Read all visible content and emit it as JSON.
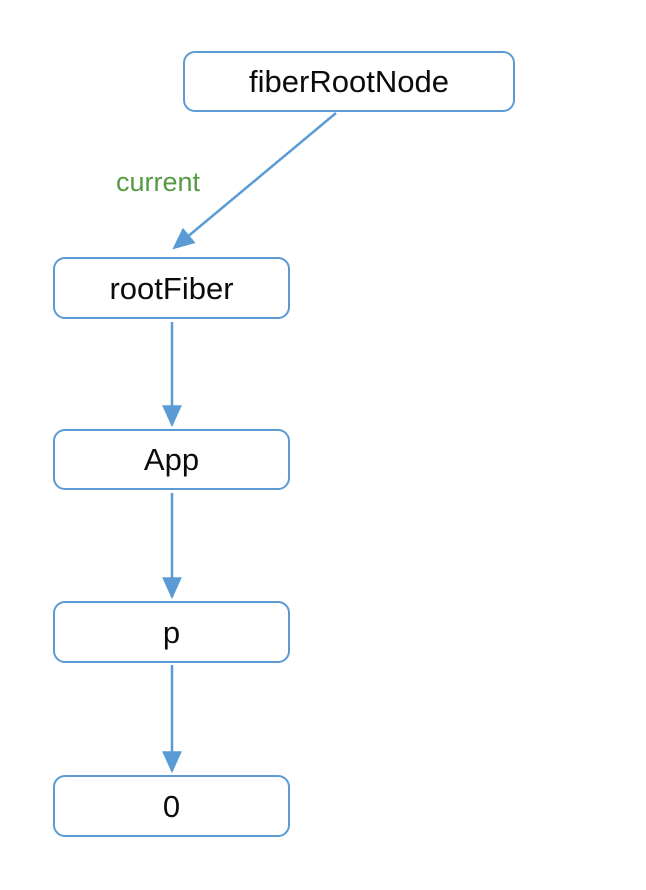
{
  "diagram": {
    "nodes": [
      {
        "id": "fiberRootNode",
        "label": "fiberRootNode"
      },
      {
        "id": "rootFiber",
        "label": "rootFiber"
      },
      {
        "id": "App",
        "label": "App"
      },
      {
        "id": "p",
        "label": "p"
      },
      {
        "id": "0",
        "label": "0"
      }
    ],
    "edges": [
      {
        "from": "fiberRootNode",
        "to": "rootFiber",
        "label": "current"
      },
      {
        "from": "rootFiber",
        "to": "App",
        "label": ""
      },
      {
        "from": "App",
        "to": "p",
        "label": ""
      },
      {
        "from": "p",
        "to": "0",
        "label": ""
      }
    ],
    "colors": {
      "edge_blue": "#5b9bd5",
      "node_border_blue": "#5b9bd5",
      "edge_label_green": "#569a43",
      "node_text": "#0b0b0b",
      "background": "#ffffff"
    }
  }
}
